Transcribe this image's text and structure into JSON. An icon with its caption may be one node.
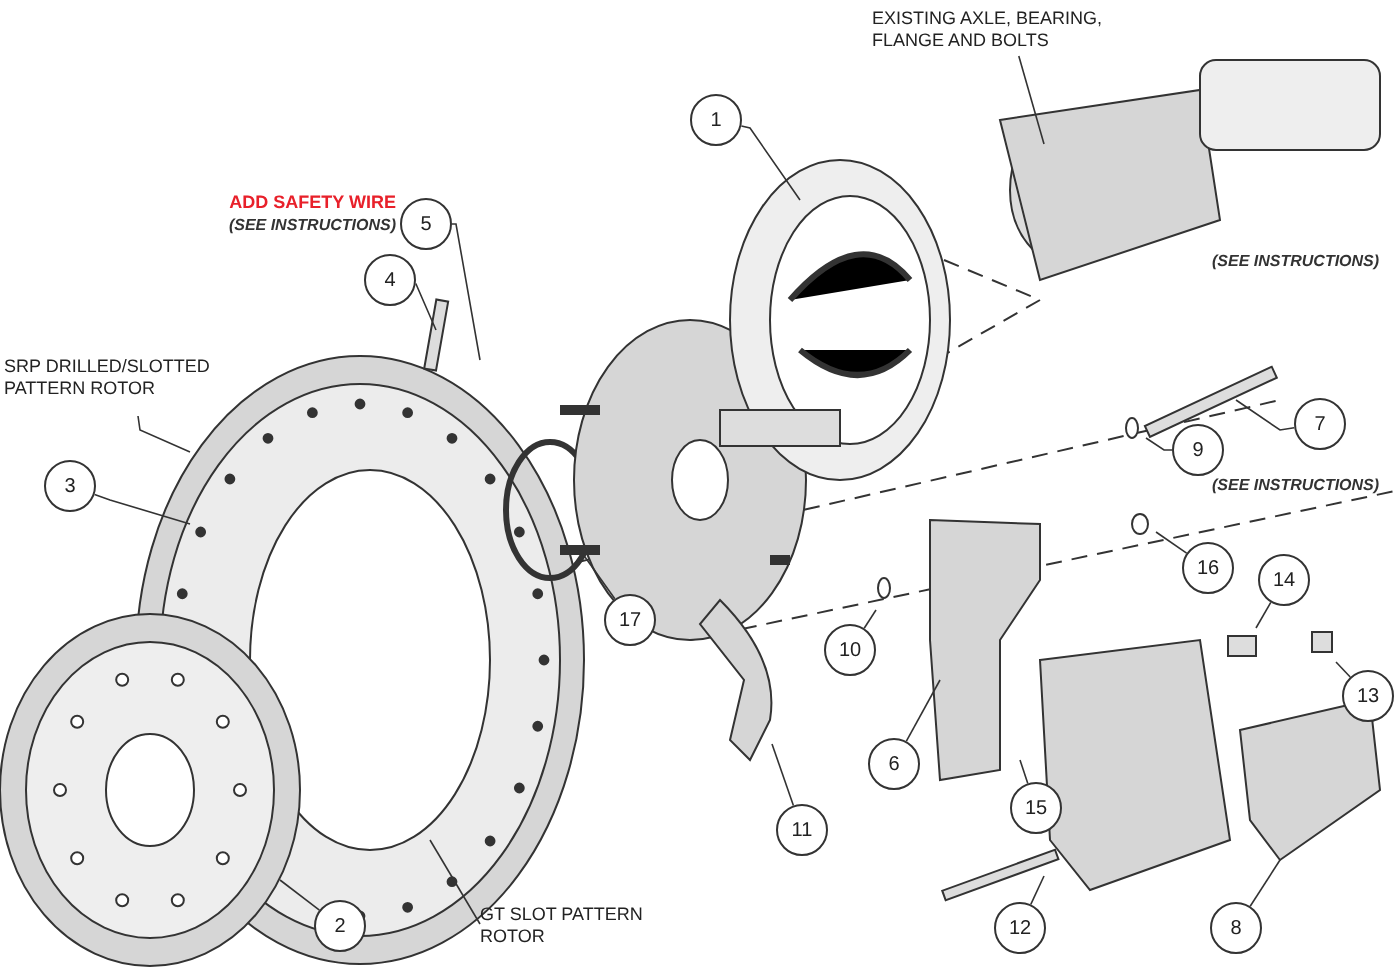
{
  "diagram": {
    "nodes": [
      {
        "text": [
          "1"
        ]
      },
      {
        "text": [
          "2"
        ]
      },
      {
        "text": [
          "3"
        ]
      },
      {
        "text": [
          "4"
        ]
      },
      {
        "text": [
          "5"
        ]
      },
      {
        "text": [
          "6"
        ]
      },
      {
        "text": [
          "7"
        ]
      },
      {
        "text": [
          "8"
        ]
      },
      {
        "text": [
          "9"
        ]
      },
      {
        "text": [
          "10"
        ]
      },
      {
        "text": [
          "11"
        ]
      },
      {
        "text": [
          "12"
        ]
      },
      {
        "text": [
          "13"
        ]
      },
      {
        "text": [
          "14"
        ]
      },
      {
        "text": [
          "15"
        ]
      },
      {
        "text": [
          "16"
        ]
      },
      {
        "text": [
          "17"
        ]
      },
      {
        "text": [
          "EXISTING AXLE, BEARING, FLANGE AND BOLTS"
        ]
      },
      {
        "text": [
          "SRP DRILLED/SLOTTED PATTERN ROTOR"
        ]
      },
      {
        "text": [
          "GT SLOT PATTERN ROTOR"
        ]
      }
    ],
    "edges": [
      {
        "from": 0,
        "to": null,
        "arrow": "none"
      },
      {
        "from": 1,
        "to": null,
        "arrow": "none"
      },
      {
        "from": 2,
        "to": null,
        "arrow": "none"
      },
      {
        "from": 3,
        "to": null,
        "arrow": "none"
      },
      {
        "from": 4,
        "to": null,
        "arrow": "none"
      },
      {
        "from": 5,
        "to": null,
        "arrow": "none"
      },
      {
        "from": 6,
        "to": null,
        "arrow": "none"
      },
      {
        "from": 7,
        "to": null,
        "arrow": "none"
      },
      {
        "from": 8,
        "to": null,
        "arrow": "none"
      },
      {
        "from": 9,
        "to": null,
        "arrow": "none"
      },
      {
        "from": 10,
        "to": null,
        "arrow": "none"
      },
      {
        "from": 11,
        "to": null,
        "arrow": "none"
      },
      {
        "from": 12,
        "to": null,
        "arrow": "none"
      },
      {
        "from": 13,
        "to": null,
        "arrow": "none"
      },
      {
        "from": 14,
        "to": null,
        "arrow": "none"
      },
      {
        "from": 15,
        "to": null,
        "arrow": "none"
      },
      {
        "from": 16,
        "to": null,
        "arrow": "none"
      },
      {
        "from": 17,
        "to": null,
        "arrow": "none"
      },
      {
        "from": 18,
        "to": null,
        "arrow": "none"
      },
      {
        "from": 19,
        "to": null,
        "arrow": "none"
      }
    ],
    "labels": [
      "ADD SAFETY WIRE",
      "(SEE INSTRUCTIONS)",
      "(SEE INSTRUCTIONS)",
      "(SEE INSTRUCTIONS)"
    ]
  }
}
